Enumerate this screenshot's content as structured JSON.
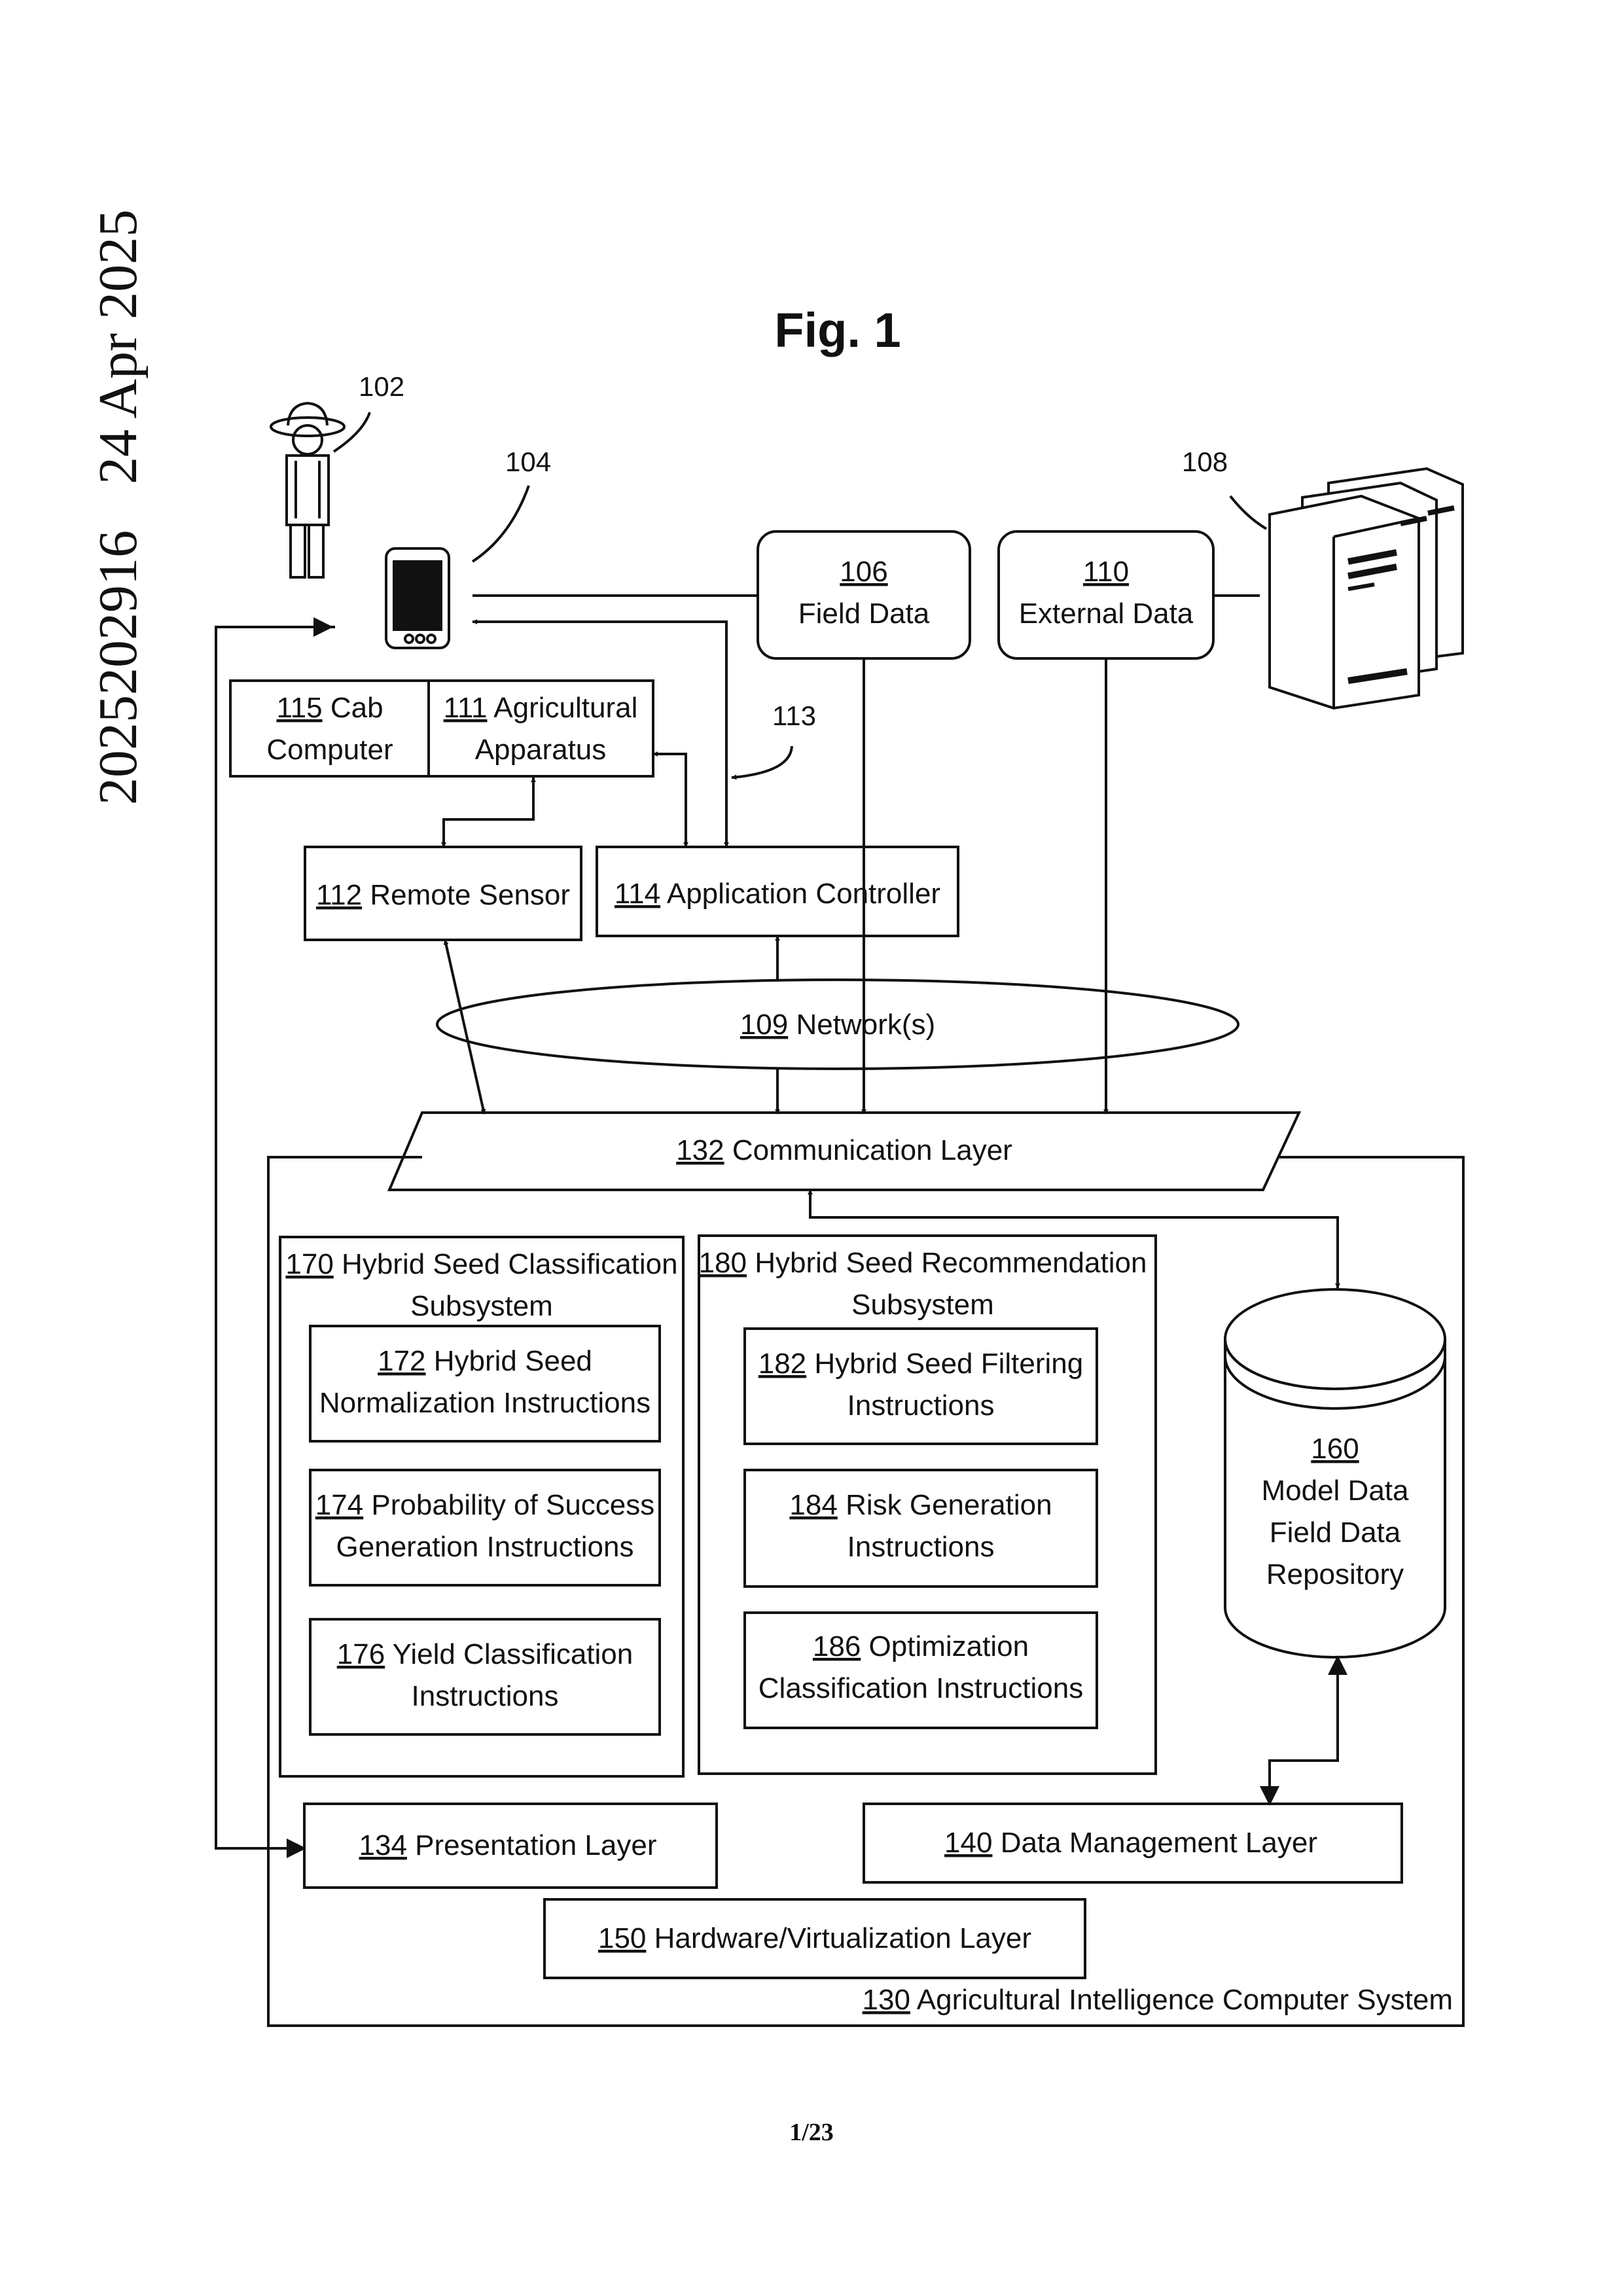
{
  "side_ref": {
    "number": "2025202916",
    "date": "24 Apr 2025"
  },
  "figure_title": "Fig. 1",
  "page_number": "1/23",
  "labels": {
    "user": "102",
    "mobile": "104",
    "servers": "108",
    "link": "113"
  },
  "boxes": {
    "field_data": {
      "num": "106",
      "text": "Field Data"
    },
    "external_data": {
      "num": "110",
      "text": "External Data"
    },
    "cab_computer": {
      "num": "115",
      "line1": "Cab",
      "line2": "Computer"
    },
    "agri_apparatus": {
      "num": "111",
      "line1": "Agricultural",
      "line2": "Apparatus"
    },
    "remote_sensor": {
      "num": "112",
      "text": "Remote Sensor"
    },
    "app_controller": {
      "num": "114",
      "text": "Application Controller"
    },
    "network": {
      "num": "109",
      "text": "Network(s)"
    },
    "comm_layer": {
      "num": "132",
      "text": "Communication Layer"
    },
    "hybrid_class": {
      "num": "170",
      "line1": "Hybrid Seed Classification",
      "line2": "Subsystem"
    },
    "norm": {
      "num": "172",
      "line1": "Hybrid Seed",
      "line2": "Normalization Instructions"
    },
    "prob": {
      "num": "174",
      "line1": "Probability of Success",
      "line2": "Generation Instructions"
    },
    "yield": {
      "num": "176",
      "line1": "Yield Classification",
      "line2": "Instructions"
    },
    "hybrid_rec": {
      "num": "180",
      "line1": "Hybrid Seed Recommendation",
      "line2": "Subsystem"
    },
    "filter": {
      "num": "182",
      "line1": "Hybrid Seed Filtering",
      "line2": "Instructions"
    },
    "risk": {
      "num": "184",
      "line1": "Risk Generation",
      "line2": "Instructions"
    },
    "optim": {
      "num": "186",
      "line1": "Optimization",
      "line2": "Classification Instructions"
    },
    "repo": {
      "num": "160",
      "line1": "Model Data",
      "line2": "Field Data",
      "line3": "Repository"
    },
    "presentation": {
      "num": "134",
      "text": "Presentation Layer"
    },
    "data_mgmt": {
      "num": "140",
      "text": "Data Management Layer"
    },
    "hardware": {
      "num": "150",
      "text": "Hardware/Virtualization Layer"
    },
    "system": {
      "num": "130",
      "text": "Agricultural Intelligence Computer System"
    }
  }
}
